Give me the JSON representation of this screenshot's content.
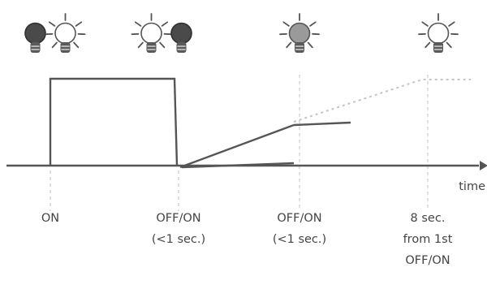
{
  "stages": [
    {
      "lines": [
        "ON"
      ],
      "bulbs": [
        "off",
        "on"
      ]
    },
    {
      "lines": [
        "OFF/ON",
        "(<1 sec.)"
      ],
      "bulbs": [
        "on",
        "off"
      ]
    },
    {
      "lines": [
        "OFF/ON",
        "(<1 sec.)"
      ],
      "bulbs": [
        "dim"
      ]
    },
    {
      "lines": [
        "8 sec.",
        "from 1st",
        "OFF/ON"
      ],
      "bulbs": [
        "on"
      ]
    }
  ],
  "axis": {
    "label": "time"
  },
  "colors": {
    "line": "#555555",
    "guide": "#cfcfcf",
    "faded": "#bdbdbd",
    "bulb_on": "#ffffff",
    "bulb_off": "#4a4a4a",
    "bulb_dim": "#9a9a9a",
    "base": "#5a5a5a",
    "ray": "#555555"
  },
  "icons": {
    "bulb": "light-bulb-icon",
    "arrow": "arrow-right-icon"
  }
}
